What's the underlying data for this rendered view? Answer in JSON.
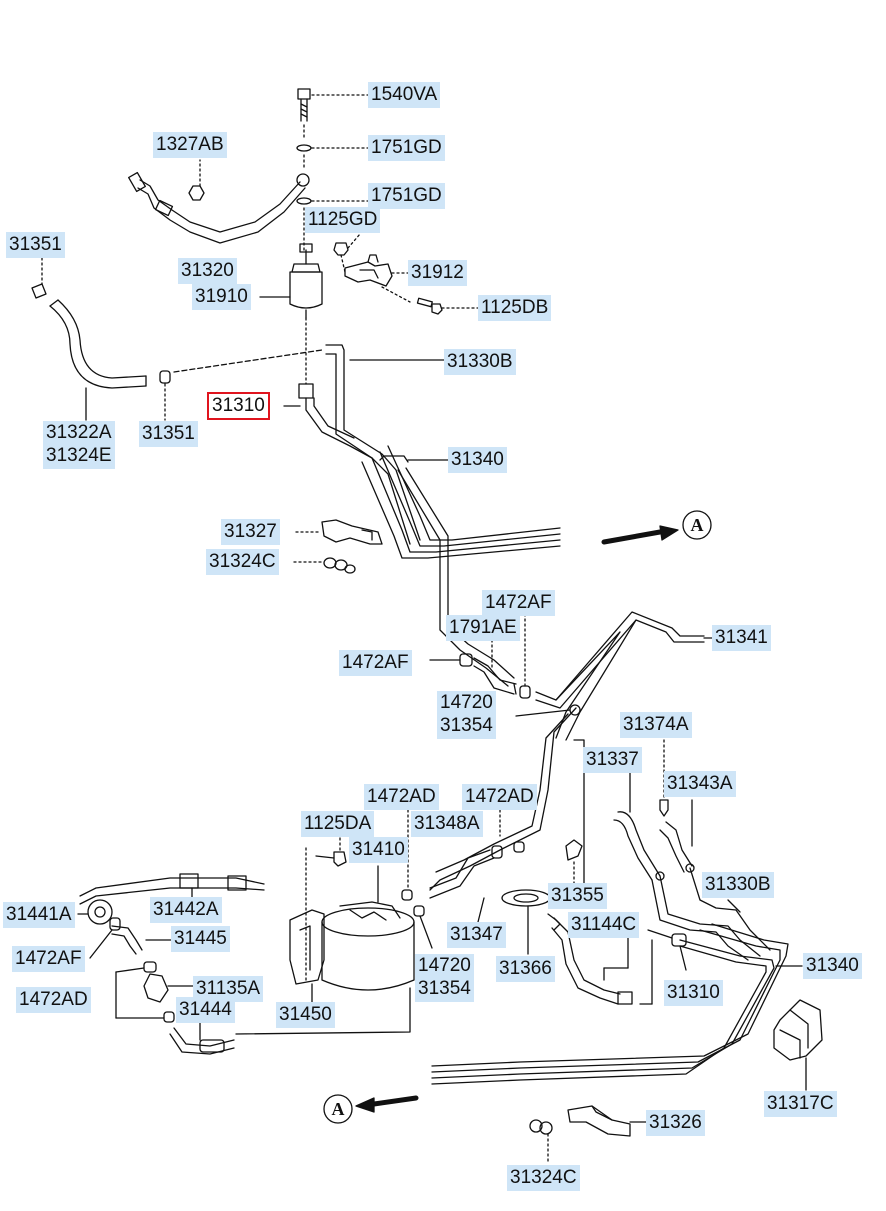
{
  "labels": {
    "l1540VA": "1540VA",
    "l1327AB": "1327AB",
    "l1751GD_1": "1751GD",
    "l1751GD_2": "1751GD",
    "l1125GD": "1125GD",
    "l31351_a": "31351",
    "l31320": "31320",
    "l31912": "31912",
    "l31910": "31910",
    "l1125DB": "1125DB",
    "l31330B_a": "31330B",
    "l31310_a": "31310",
    "l31322A": "31322A\n31324E",
    "l31351_b": "31351",
    "l31340_a": "31340",
    "l31327": "31327",
    "l31324C_a": "31324C",
    "l1472AF_a": "1472AF",
    "l1791AE": "1791AE",
    "l31341": "31341",
    "l1472AF_b": "1472AF",
    "l14720_a": "14720\n31354",
    "l31374A": "31374A",
    "l31337": "31337",
    "l31343A": "31343A",
    "l1472AD_a": "1472AD",
    "l1472AD_b": "1472AD",
    "l1125DA": "1125DA",
    "l31348A": "31348A",
    "l31410": "31410",
    "l31330B_b": "31330B",
    "l31355": "31355",
    "l31441A": "31441A",
    "l31442A": "31442A",
    "l31144C": "31144C",
    "l31445": "31445",
    "l31347": "31347",
    "l1472AF_c": "1472AF",
    "l31366": "31366",
    "l14720_b": "14720\n31354",
    "l31340_b": "31340",
    "l31135A": "31135A",
    "l1472AD_c": "1472AD",
    "l31310_b": "31310",
    "l31444": "31444",
    "l31450": "31450",
    "l31317C": "31317C",
    "l31326": "31326",
    "l31324C_b": "31324C"
  },
  "callouts": {
    "top": "A",
    "bottom": "A"
  },
  "colors": {
    "label_bg": "#cfe5f7",
    "selected_border": "#e0141e",
    "line": "#111111"
  }
}
